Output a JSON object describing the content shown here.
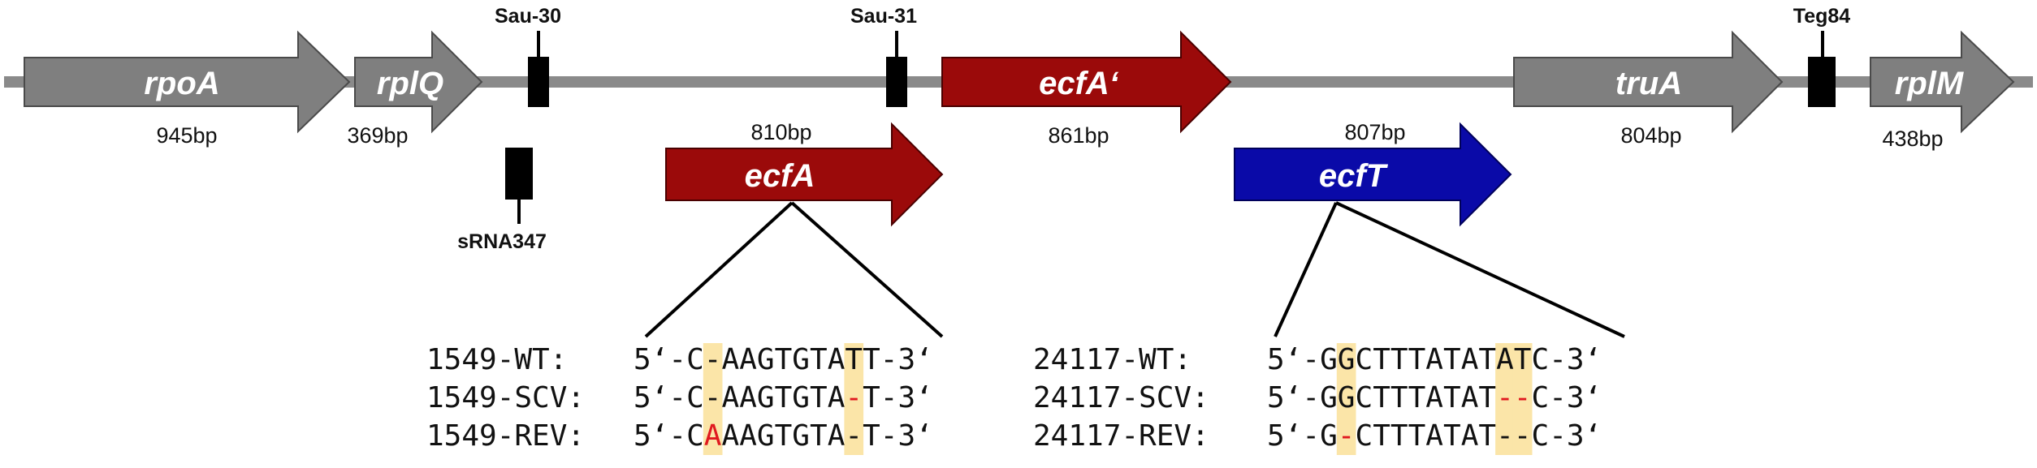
{
  "colors": {
    "backbone": "#8a8a8a",
    "gray_gene": "#7f7f7f",
    "gray_gene_stroke": "#4a4a4a",
    "red_gene": "#9b0a0a",
    "blue_gene": "#0a0aa8",
    "element": "#000000",
    "highlight": "#fbe5a8",
    "mutation": "#e0191f"
  },
  "genes_top": [
    {
      "name": "rpoA",
      "length": "945bp",
      "color": "gray"
    },
    {
      "name": "rplQ",
      "length": "369bp",
      "color": "gray"
    },
    {
      "name": "ecfA‘",
      "length": "861bp",
      "color": "red"
    },
    {
      "name": "truA",
      "length": "804bp",
      "color": "gray"
    },
    {
      "name": "rplM",
      "length": "438bp",
      "color": "gray"
    }
  ],
  "genes_bottom": [
    {
      "name": "ecfA",
      "length": "810bp",
      "color": "red"
    },
    {
      "name": "ecfT",
      "length": "807bp",
      "color": "blue"
    }
  ],
  "elements": {
    "sau30": "Sau-30",
    "sau31": "Sau-31",
    "teg84": "Teg84",
    "srna347": "sRNA347"
  },
  "alignments": [
    {
      "gene": "ecfA",
      "rows": [
        {
          "strain": "1549-WT:",
          "prefix": "5‘-",
          "seq": "C-AAGTGTATT",
          "suffix": "-3‘",
          "mutations": []
        },
        {
          "strain": "1549-SCV:",
          "prefix": "5‘-",
          "seq": "C-AAGTGTA-T",
          "suffix": "-3‘",
          "mutations": [
            9
          ]
        },
        {
          "strain": "1549-REV:",
          "prefix": "5‘-",
          "seq": "CAAAGTGTA-T",
          "suffix": "-3‘",
          "mutations": [
            1
          ]
        }
      ],
      "highlight_columns": [
        1,
        9
      ]
    },
    {
      "gene": "ecfT",
      "rows": [
        {
          "strain": "24117-WT:",
          "prefix": "5‘-",
          "seq": "GGCTTTATATATC",
          "suffix": "-3‘",
          "mutations": []
        },
        {
          "strain": "24117-SCV:",
          "prefix": "5‘-",
          "seq": "GGCTTTATAT--C",
          "suffix": "-3‘",
          "mutations": [
            10,
            11
          ]
        },
        {
          "strain": "24117-REV:",
          "prefix": "5‘-",
          "seq": "G-CTTTATAT--C",
          "suffix": "-3‘",
          "mutations": [
            1
          ]
        }
      ],
      "highlight_columns": [
        1,
        10,
        11
      ]
    }
  ]
}
